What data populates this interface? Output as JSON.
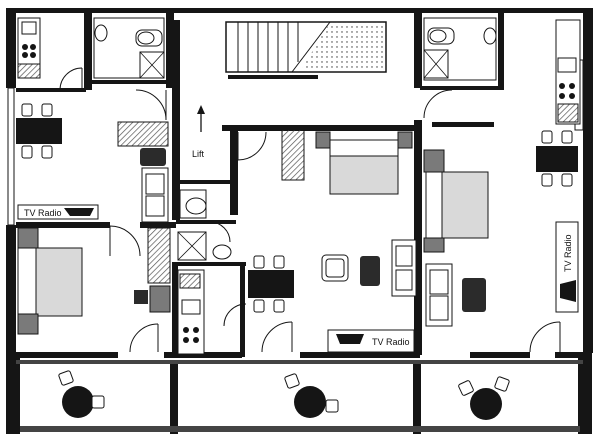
{
  "labels": {
    "lift": "Lift",
    "tv_radio_left": "TV Radio",
    "tv_radio_center": "TV Radio",
    "tv_radio_right": "TV Radio"
  },
  "colors": {
    "wall": "#151515",
    "furniture_dark": "#2b2b2b",
    "furniture_mid": "#7a7a7a",
    "furniture_light": "#d9d9d9",
    "paper": "#ffffff"
  }
}
